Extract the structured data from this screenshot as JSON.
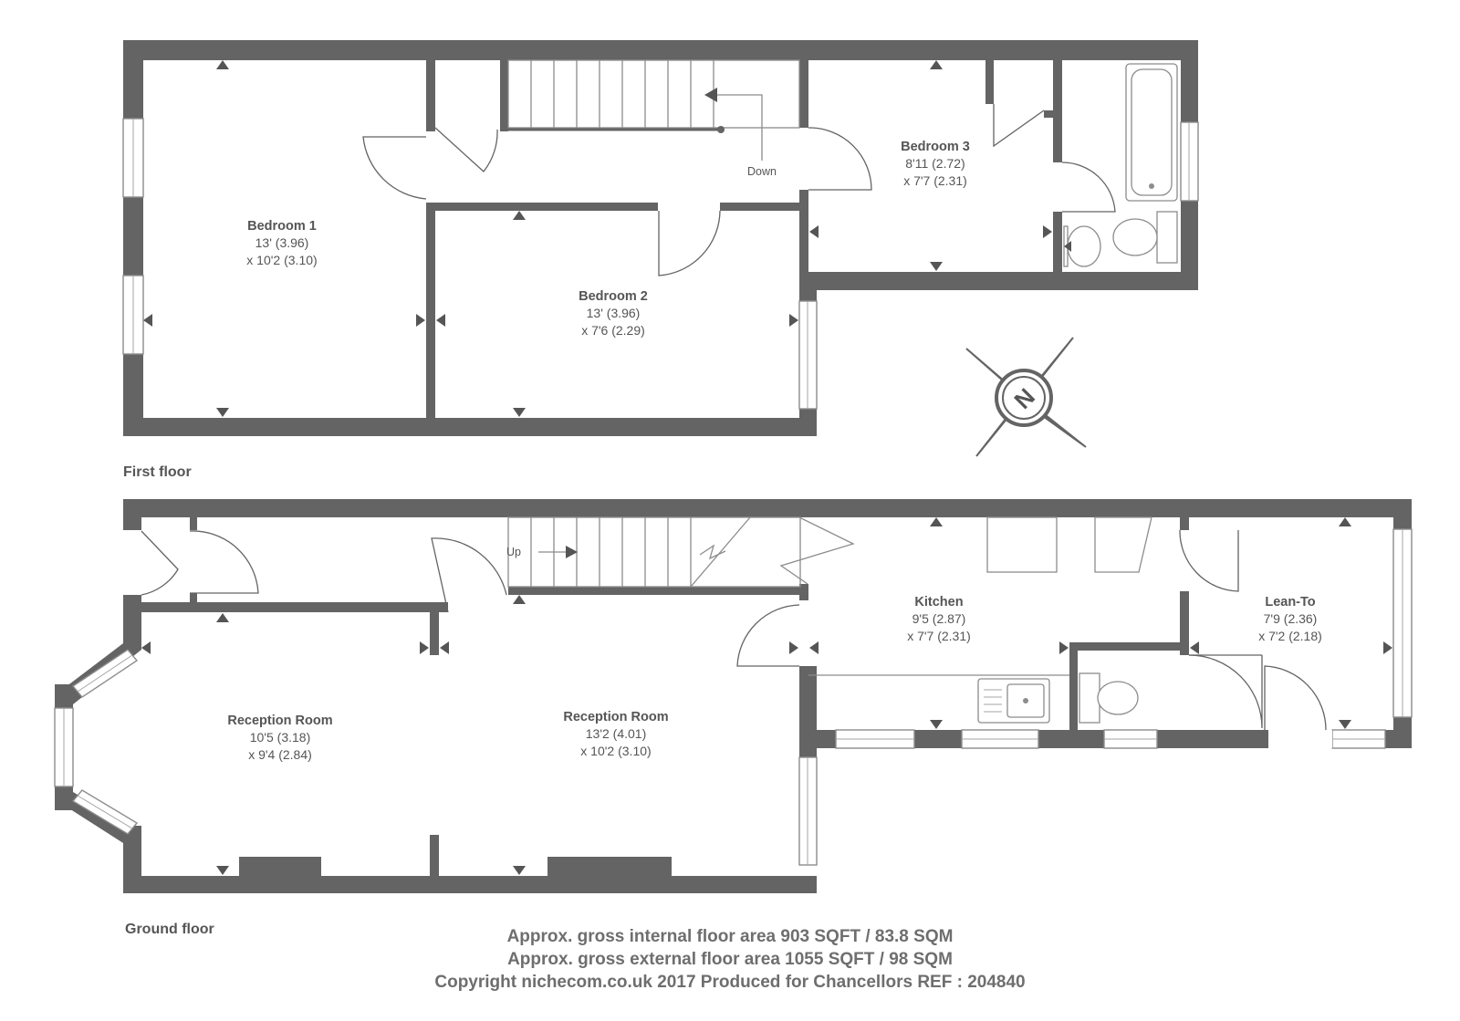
{
  "floors": {
    "first": {
      "title": "First floor",
      "stair_label": "Down",
      "rooms": {
        "bedroom1": {
          "name": "Bedroom 1",
          "dim1": "13' (3.96)",
          "dim2": "x 10'2 (3.10)"
        },
        "bedroom2": {
          "name": "Bedroom 2",
          "dim1": "13' (3.96)",
          "dim2": "x 7'6 (2.29)"
        },
        "bedroom3": {
          "name": "Bedroom 3",
          "dim1": "8'11 (2.72)",
          "dim2": "x 7'7 (2.31)"
        }
      }
    },
    "ground": {
      "title": "Ground floor",
      "stair_label": "Up",
      "rooms": {
        "reception_front": {
          "name": "Reception Room",
          "dim1": "10'5 (3.18)",
          "dim2": "x 9'4 (2.84)"
        },
        "reception_rear": {
          "name": "Reception Room",
          "dim1": "13'2 (4.01)",
          "dim2": "x 10'2 (3.10)"
        },
        "kitchen": {
          "name": "Kitchen",
          "dim1": "9'5 (2.87)",
          "dim2": "x 7'7 (2.31)"
        },
        "leanto": {
          "name": "Lean-To",
          "dim1": "7'9 (2.36)",
          "dim2": "x 7'2 (2.18)"
        }
      }
    }
  },
  "compass": {
    "letter": "N"
  },
  "footer": {
    "line1": "Approx. gross internal floor area 903 SQFT / 83.8 SQM",
    "line2": "Approx. gross external floor area 1055 SQFT / 98 SQM",
    "line3": "Copyright nichecom.co.uk 2017 Produced for Chancellors REF : 204840"
  },
  "colors": {
    "wall": "#646464",
    "text": "#555555"
  }
}
